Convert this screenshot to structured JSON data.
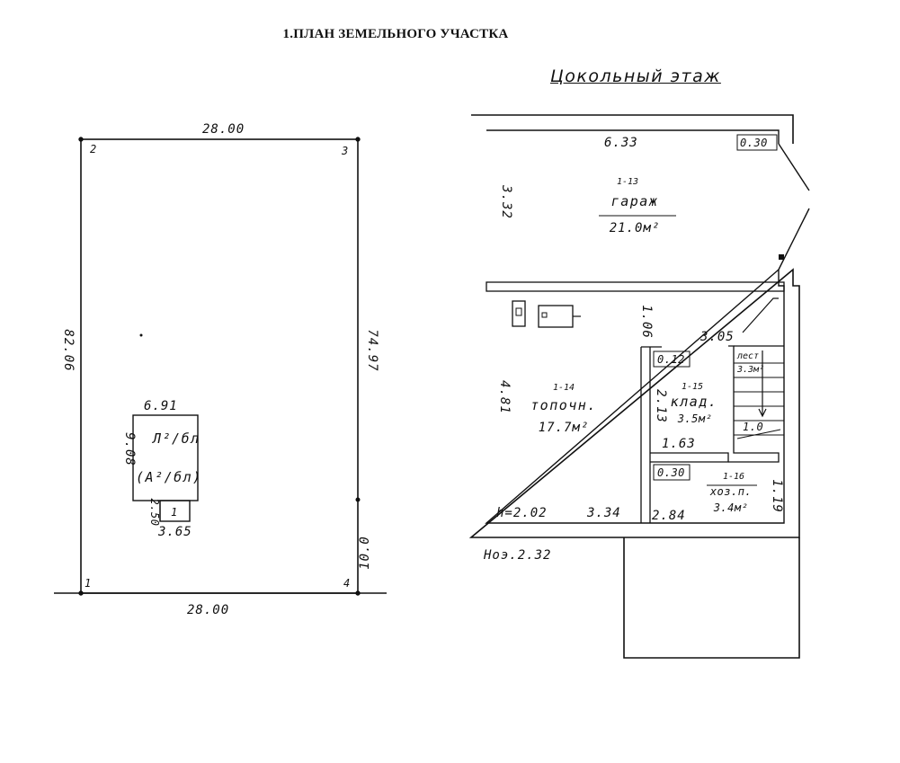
{
  "title": "1.ПЛАН ЗЕМЕЛЬНОГО УЧАСТКА",
  "floor_title": "Цокольный этаж",
  "site": {
    "top_dim": "28.00",
    "bottom_dim": "28.00",
    "left_dim": "82.06",
    "right_dim": "74.97",
    "right_bottom_dim": "10.0",
    "corner_1": "1",
    "corner_2": "2",
    "corner_3": "3",
    "corner_4": "4",
    "house": {
      "width_dim": "6.91",
      "depth_dim": "9.08",
      "label_main": "Л²/бл",
      "label_sub": "(А²/бл)",
      "annex_label": "1",
      "annex_depth": "2.50",
      "annex_width": "3.65"
    }
  },
  "basement": {
    "garage": {
      "id": "1-13",
      "name": "гараж",
      "area": "21.0м²",
      "width": "6.33",
      "depth": "3.32",
      "small": "0.30"
    },
    "boiler": {
      "id": "1-14",
      "name": "топочн.",
      "area": "17.7м²",
      "depth": "4.81",
      "width": "3.34",
      "height": "h=2.02",
      "wall_dim": "1.06"
    },
    "pantry": {
      "id": "1-15",
      "name": "клад.",
      "area": "3.5м²",
      "depth": "2.13",
      "width": "1.63",
      "top_small": "0.12",
      "bottom_small": "0.30"
    },
    "stairs": {
      "name": "лест",
      "area": "3.3м²",
      "top_dim": "3.05",
      "inner_dim": "1.0"
    },
    "utility": {
      "id": "1-16",
      "name": "хоз.п.",
      "area": "3.4м²",
      "width": "2.84",
      "side_dim": "1.19"
    },
    "ground_height": "Ноэ.2.32"
  }
}
